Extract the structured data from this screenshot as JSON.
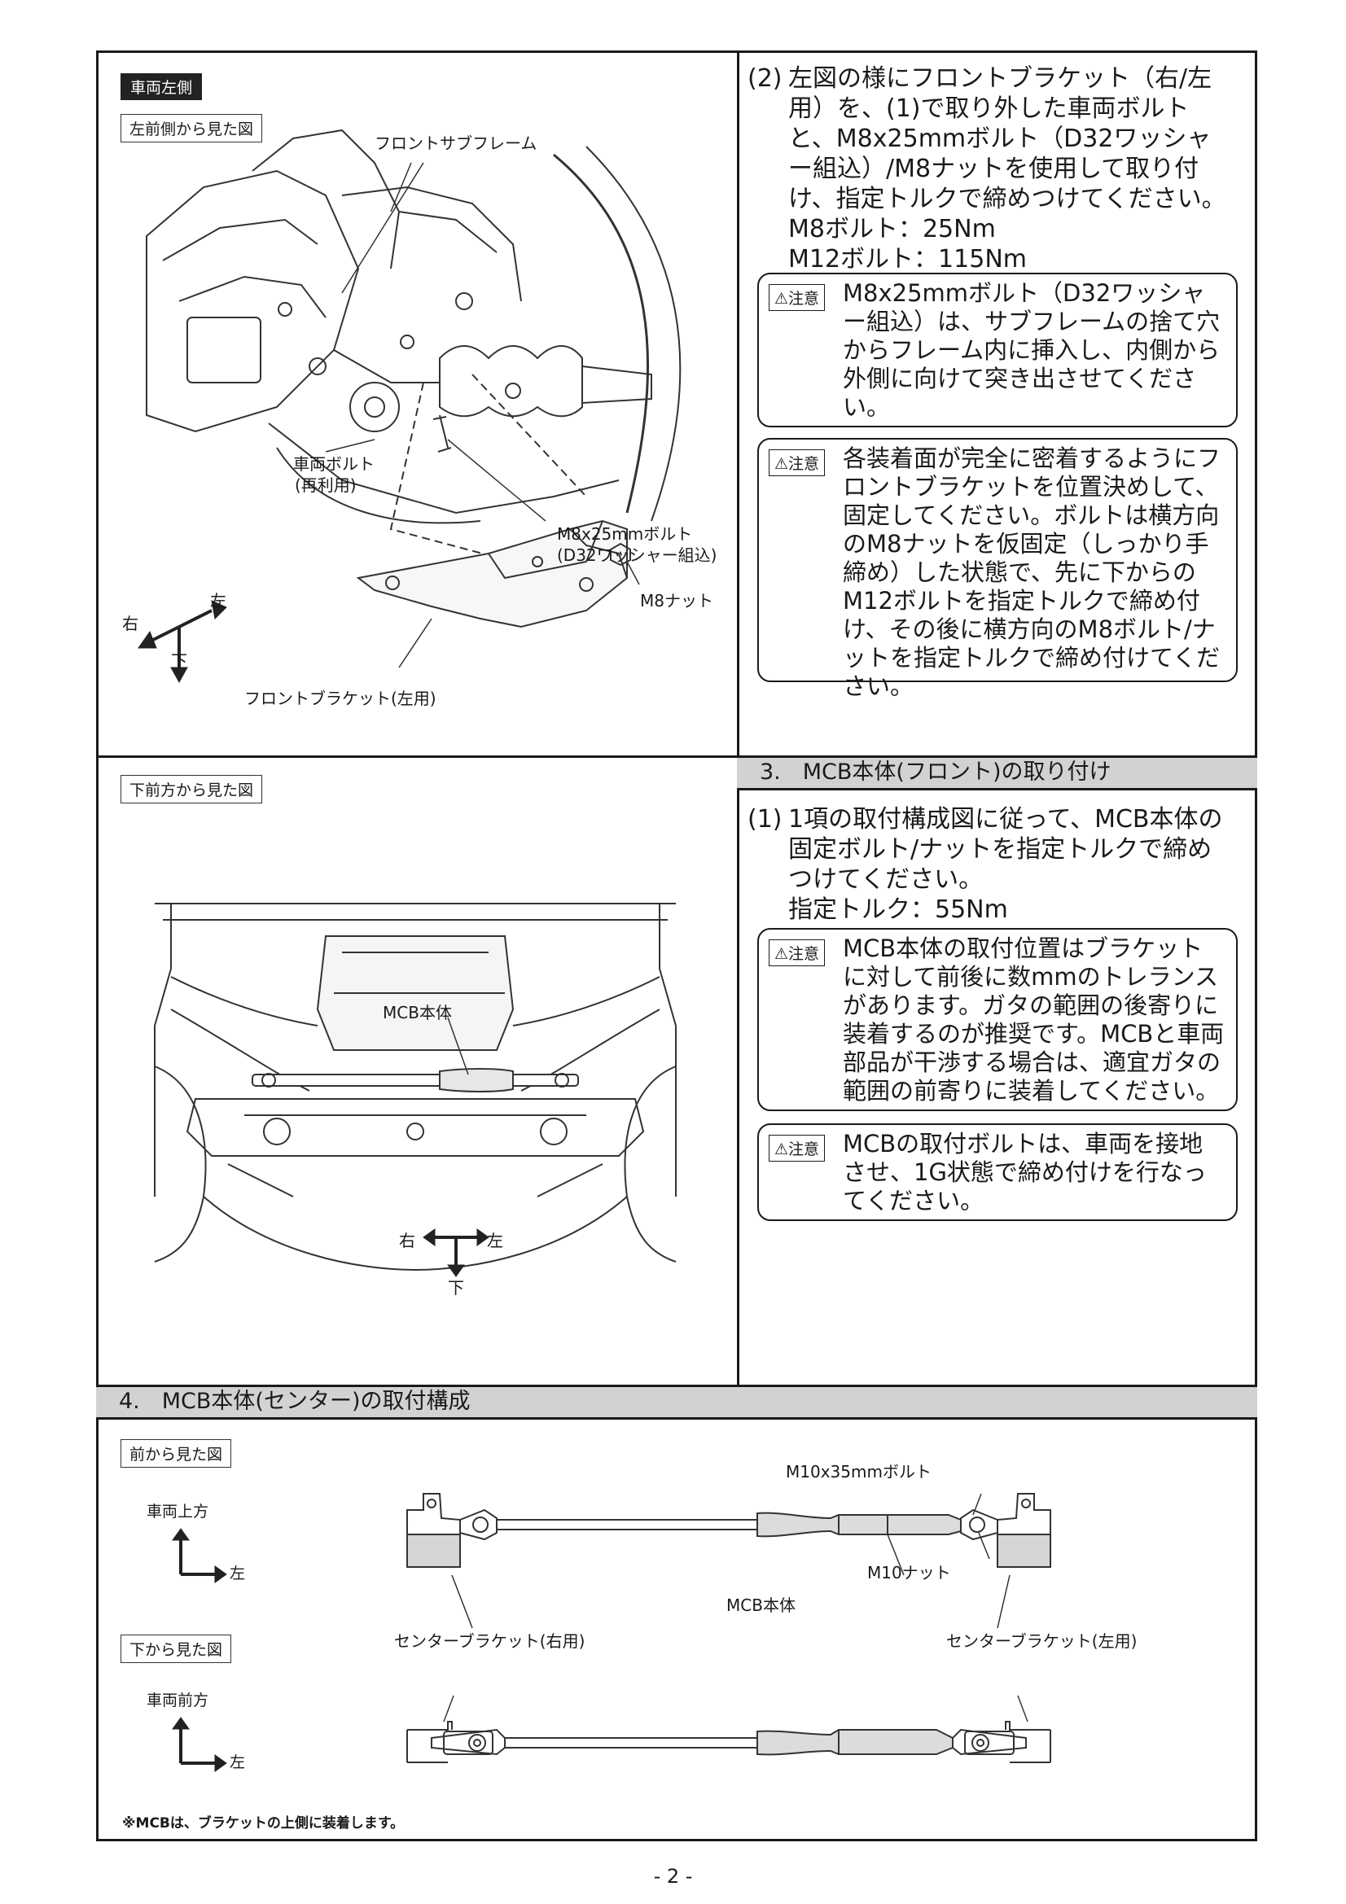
{
  "section1": {
    "tag_side": "車両左側",
    "tag_view": "左前側から見た図",
    "labels": {
      "front_subframe": "フロントサブフレーム",
      "vehicle_bolt": "車両ボルト",
      "reuse": "(再利用)",
      "m8_bolt": "M8x25mmボルト",
      "m8_bolt_sub": "(D32ワッシャー組込)",
      "m8_nut": "M8ナット",
      "bracket_left": "フロントブラケット(左用)",
      "dir_left": "左",
      "dir_right": "右",
      "dir_down": "下"
    },
    "step_num": "(2)",
    "step_text": "左図の様にフロントブラケット（右/左用）を、(1)で取り外した車両ボルトと、M8x25mmボルト（D32ワッシャー組込）/M8ナットを使用して取り付け、指定トルクで締めつけてください。",
    "torque1": "M8ボルト：25Nm",
    "torque2": "M12ボルト：115Nm",
    "caution_badge": "⚠注意",
    "caution1": "M8x25mmボルト（D32ワッシャー組込）は、サブフレームの捨て穴からフレーム内に挿入し、内側から外側に向けて突き出させてください。",
    "caution2": "各装着面が完全に密着するようにフロントブラケットを位置決めして、固定してください。ボルトは横方向のM8ナットを仮固定（しっかり手締め）した状態で、先に下からのM12ボルトを指定トルクで締め付け、その後に横方向のM8ボルト/ナットを指定トルクで締め付けてください。"
  },
  "section2": {
    "tag_view": "下前方から見た図",
    "label_mcb": "MCB本体",
    "dir_left": "左",
    "dir_right": "右",
    "dir_down": "下",
    "header": "3.　MCB本体(フロント)の取り付け",
    "step_num": "(1)",
    "step_text": "1項の取付構成図に従って、MCB本体の固定ボルト/ナットを指定トルクで締めつけてください。",
    "torque": "指定トルク：55Nm",
    "caution1": "MCB本体の取付位置はブラケットに対して前後に数mmのトレランスがあります。ガタの範囲の後寄りに装着するのが推奨です。MCBと車両部品が干渉する場合は、適宜ガタの範囲の前寄りに装着してください。",
    "caution2": "MCBの取付ボルトは、車両を接地させ、1G状態で締め付けを行なってください。"
  },
  "section3": {
    "header": "4.　MCB本体(センター)の取付構成",
    "tag_front": "前から見た図",
    "tag_below": "下から見た図",
    "up_label": "車両上方",
    "front_label": "車両前方",
    "dir_left": "左",
    "m10_bolt": "M10x35mmボルト",
    "m10_nut": "M10ナット",
    "mcb": "MCB本体",
    "center_right": "センターブラケット(右用)",
    "center_left": "センターブラケット(左用)",
    "note": "※MCBは、ブラケットの上側に装着します。"
  },
  "page_number": "- 2 -"
}
